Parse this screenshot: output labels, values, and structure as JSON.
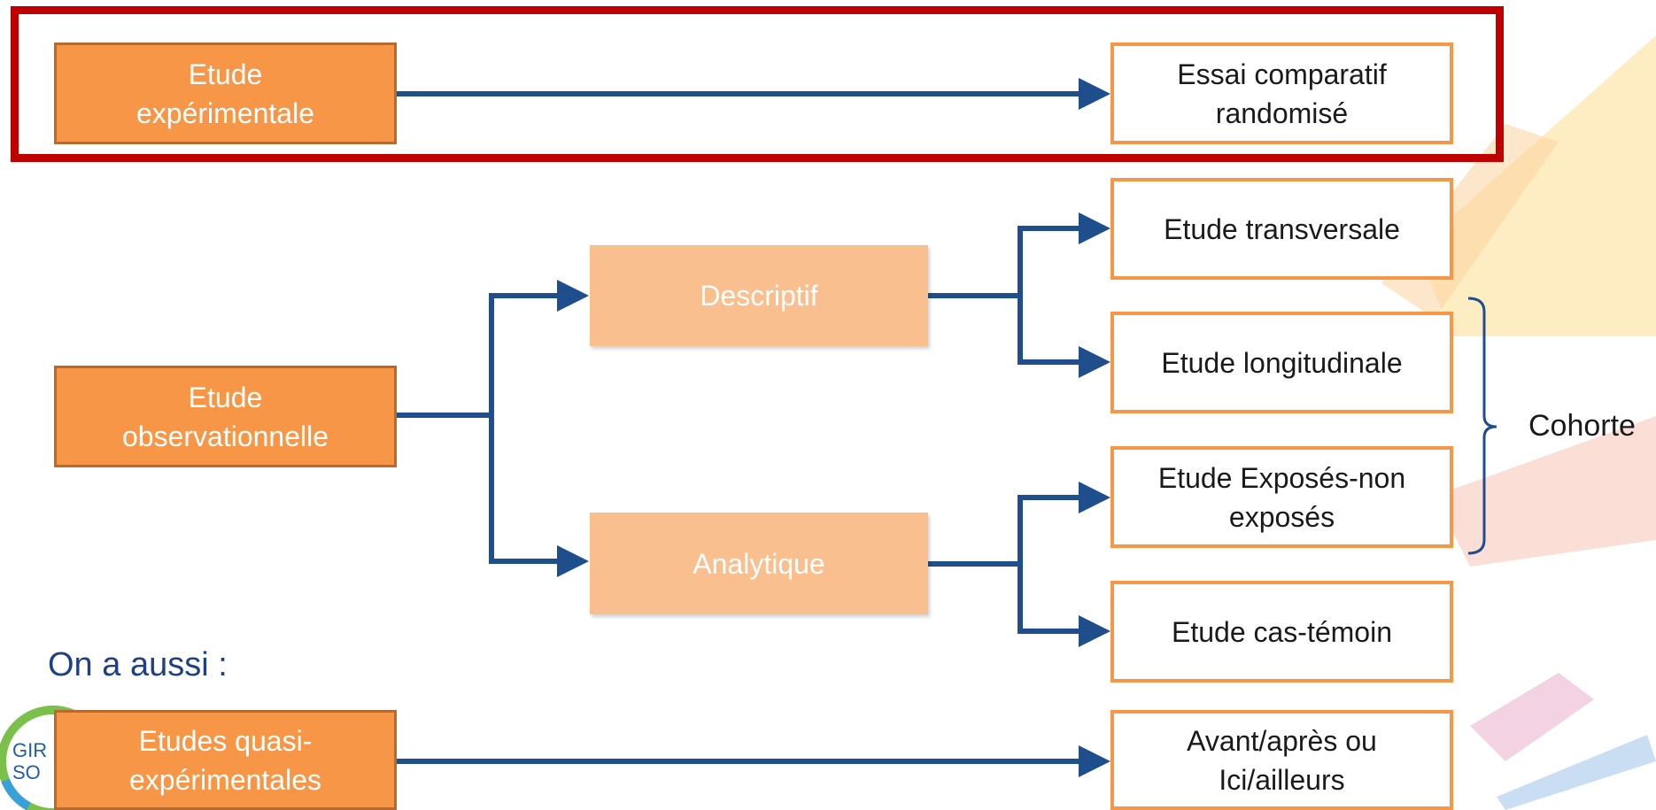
{
  "experimental": {
    "source": "Etude\nexpérimentale",
    "target": "Essai comparatif\nrandomisé"
  },
  "observational": {
    "root": "Etude\nobservationnelle",
    "descriptive": "Descriptif",
    "analytic": "Analytique",
    "transversal": "Etude transversale",
    "longitudinal": "Etude longitudinale",
    "exposed": "Etude Exposés-non\nexposés",
    "case_control": "Etude cas-témoin",
    "cohort_label": "Cohorte"
  },
  "also": {
    "heading": "On a aussi :",
    "source": "Etudes quasi-\nexpérimentales",
    "target": "Avant/après ou\nIci/ailleurs",
    "logo_text": "GIR\nSO"
  },
  "colors": {
    "highlight": "#c00000",
    "arrow": "#1f4e8c",
    "dark_node": "#f79646",
    "light_node": "#f9bf8e",
    "text_blue": "#1f3f86"
  }
}
